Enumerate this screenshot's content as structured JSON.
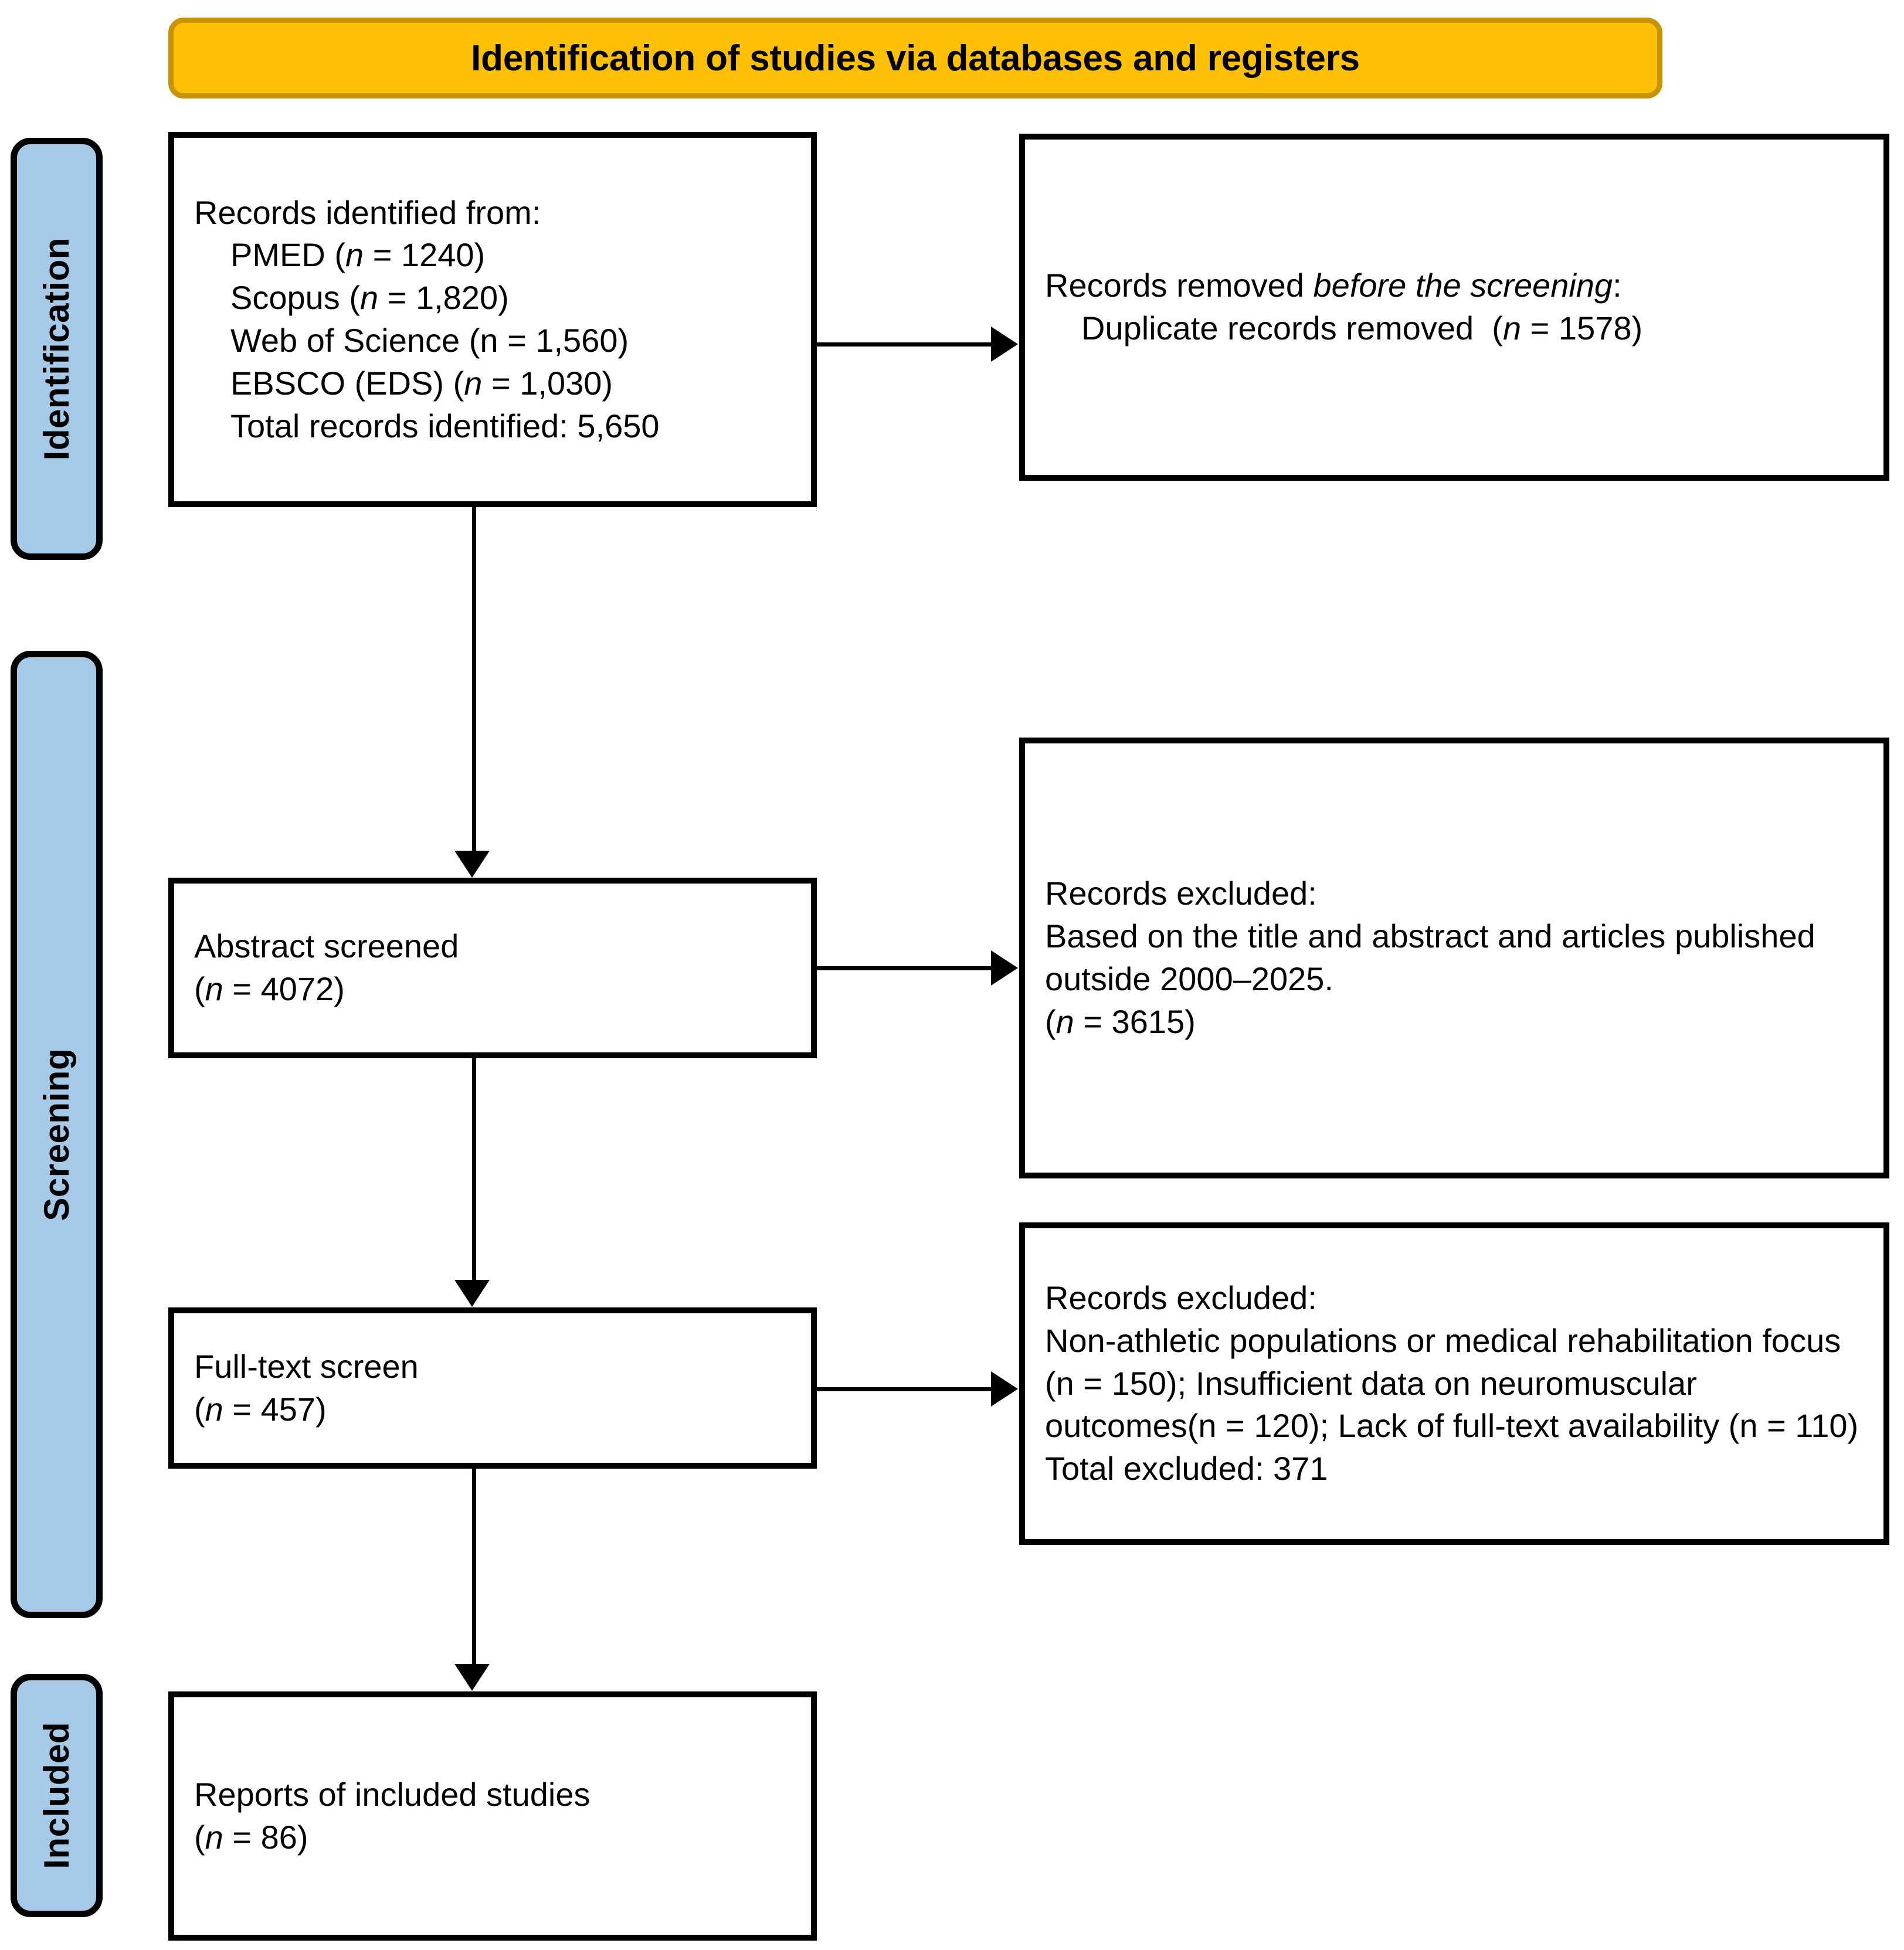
{
  "diagram": {
    "title": "Identification of studies via databases and registers",
    "colors": {
      "banner_fill": "#FFC107",
      "banner_border": "#C79400",
      "stage_bar_fill": "#A6C9E8",
      "box_border": "#000000",
      "text": "#000000",
      "background": "#FFFFFF"
    }
  },
  "stages": {
    "identification": "Identification",
    "screening": "Screening",
    "included": "Included"
  },
  "nodes": {
    "identified": {
      "heading": "Records identified from:",
      "sources": [
        {
          "label": "PMED (",
          "n_symbol": "n",
          "tail": " = 1240)"
        },
        {
          "label": "Scopus (",
          "n_symbol": "n",
          "tail": " = 1,820)"
        },
        {
          "label": "Web of Science (n = 1,560)",
          "n_symbol": "",
          "tail": ""
        },
        {
          "label": "EBSCO (EDS) (",
          "n_symbol": "n",
          "tail": " = 1,030)"
        }
      ],
      "total": "Total records identified: 5,650"
    },
    "removed": {
      "heading_pre": "Records removed ",
      "heading_italic": "before the screening",
      "heading_post": ":",
      "detail_pre": "Duplicate records removed  (",
      "detail_n": "n",
      "detail_post": " = 1578)"
    },
    "abstract_screened": {
      "label": "Abstract screened",
      "count_pre": "(",
      "count_n": "n",
      "count_post": " = 4072)"
    },
    "excluded_abstract": {
      "heading": "Records excluded:",
      "reason": "Based on the title and abstract and articles published outside 2000–2025.",
      "count_pre": "(",
      "count_n": "n",
      "count_post": " = 3615)"
    },
    "fulltext_screen": {
      "label": "Full-text screen",
      "count_pre": "(",
      "count_n": "n",
      "count_post": " = 457)"
    },
    "excluded_fulltext": {
      "heading": "Records excluded:",
      "reasons": "Non-athletic populations or medical rehabilitation focus (n = 150); Insufficient data on neuromuscular outcomes(n = 120); Lack of full-text availability (n = 110)",
      "total": "Total excluded: 371"
    },
    "included_reports": {
      "label": "Reports of included studies",
      "count_pre": "(",
      "count_n": "n",
      "count_post": " = 86)"
    }
  },
  "flow": {
    "arrows": [
      {
        "name": "identified-to-removed",
        "direction": "right"
      },
      {
        "name": "identified-to-abstract",
        "direction": "down"
      },
      {
        "name": "abstract-to-excluded",
        "direction": "right"
      },
      {
        "name": "abstract-to-fulltext",
        "direction": "down"
      },
      {
        "name": "fulltext-to-excluded",
        "direction": "right"
      },
      {
        "name": "fulltext-to-included",
        "direction": "down"
      }
    ]
  }
}
